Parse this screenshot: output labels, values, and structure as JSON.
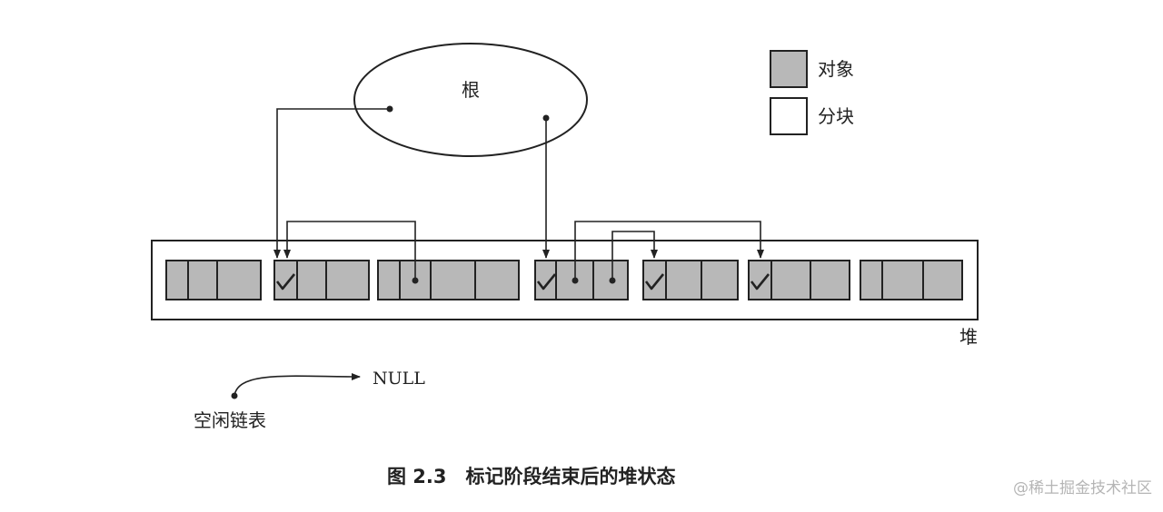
{
  "root": {
    "label": "根"
  },
  "legend": [
    {
      "label": "对象",
      "fill": "#b8b8b8"
    },
    {
      "label": "分块",
      "fill": "#ffffff"
    }
  ],
  "heap": {
    "label": "堆"
  },
  "null_label": "NULL",
  "free_list_label": "空闲链表",
  "caption": "图 2.3　标记阶段结束后的堆状态",
  "watermark": "@稀土掘金技术社区",
  "colors": {
    "object_fill": "#b8b8b8",
    "stroke": "#222222"
  },
  "heap_objects": [
    {
      "id": "obj-1",
      "fields": 3,
      "marked": false
    },
    {
      "id": "obj-2",
      "fields": 3,
      "marked": true
    },
    {
      "id": "obj-3",
      "fields": 4,
      "marked": false
    },
    {
      "id": "obj-4",
      "fields": 3,
      "marked": true
    },
    {
      "id": "obj-5",
      "fields": 3,
      "marked": true
    },
    {
      "id": "obj-6",
      "fields": 3,
      "marked": true
    },
    {
      "id": "obj-7",
      "fields": 3,
      "marked": false
    }
  ]
}
